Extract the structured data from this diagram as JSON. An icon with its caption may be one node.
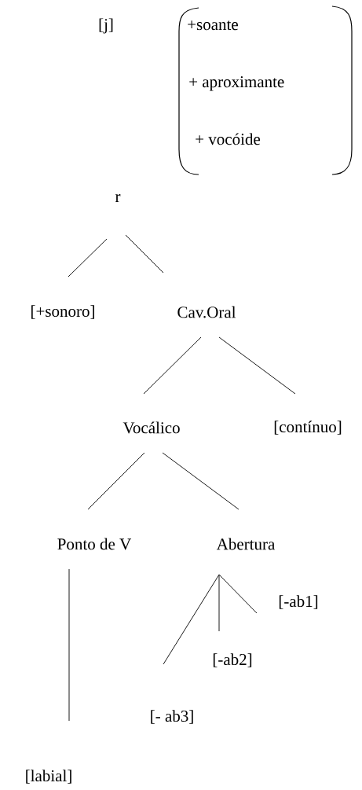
{
  "diagram": {
    "nodes": [
      {
        "text": [
          "[j]"
        ]
      },
      {
        "text": [
          "+soante",
          "+ aproximante",
          "+ vocóide"
        ]
      },
      {
        "text": [
          "r"
        ]
      },
      {
        "text": [
          "[+sonoro]"
        ]
      },
      {
        "text": [
          "Cav.Oral"
        ]
      },
      {
        "text": [
          "Vocálico"
        ]
      },
      {
        "text": [
          "[contínuo]"
        ]
      },
      {
        "text": [
          "Ponto de V"
        ]
      },
      {
        "text": [
          "Abertura"
        ]
      },
      {
        "text": [
          "[-ab1]"
        ]
      },
      {
        "text": [
          "[-ab2]"
        ]
      },
      {
        "text": [
          "[- ab3]"
        ]
      },
      {
        "text": [
          "[labial]"
        ]
      }
    ],
    "edges": [
      {
        "from": 2,
        "to": 3,
        "arrow": "none"
      },
      {
        "from": 2,
        "to": 4,
        "arrow": "none"
      },
      {
        "from": 4,
        "to": 5,
        "arrow": "none"
      },
      {
        "from": 4,
        "to": 6,
        "arrow": "none"
      },
      {
        "from": 5,
        "to": 7,
        "arrow": "none"
      },
      {
        "from": 5,
        "to": 8,
        "arrow": "none"
      },
      {
        "from": 7,
        "to": 12,
        "arrow": "none"
      },
      {
        "from": 8,
        "to": 9,
        "arrow": "none"
      },
      {
        "from": 8,
        "to": 10,
        "arrow": "none"
      },
      {
        "from": 8,
        "to": 11,
        "arrow": "none"
      }
    ]
  }
}
